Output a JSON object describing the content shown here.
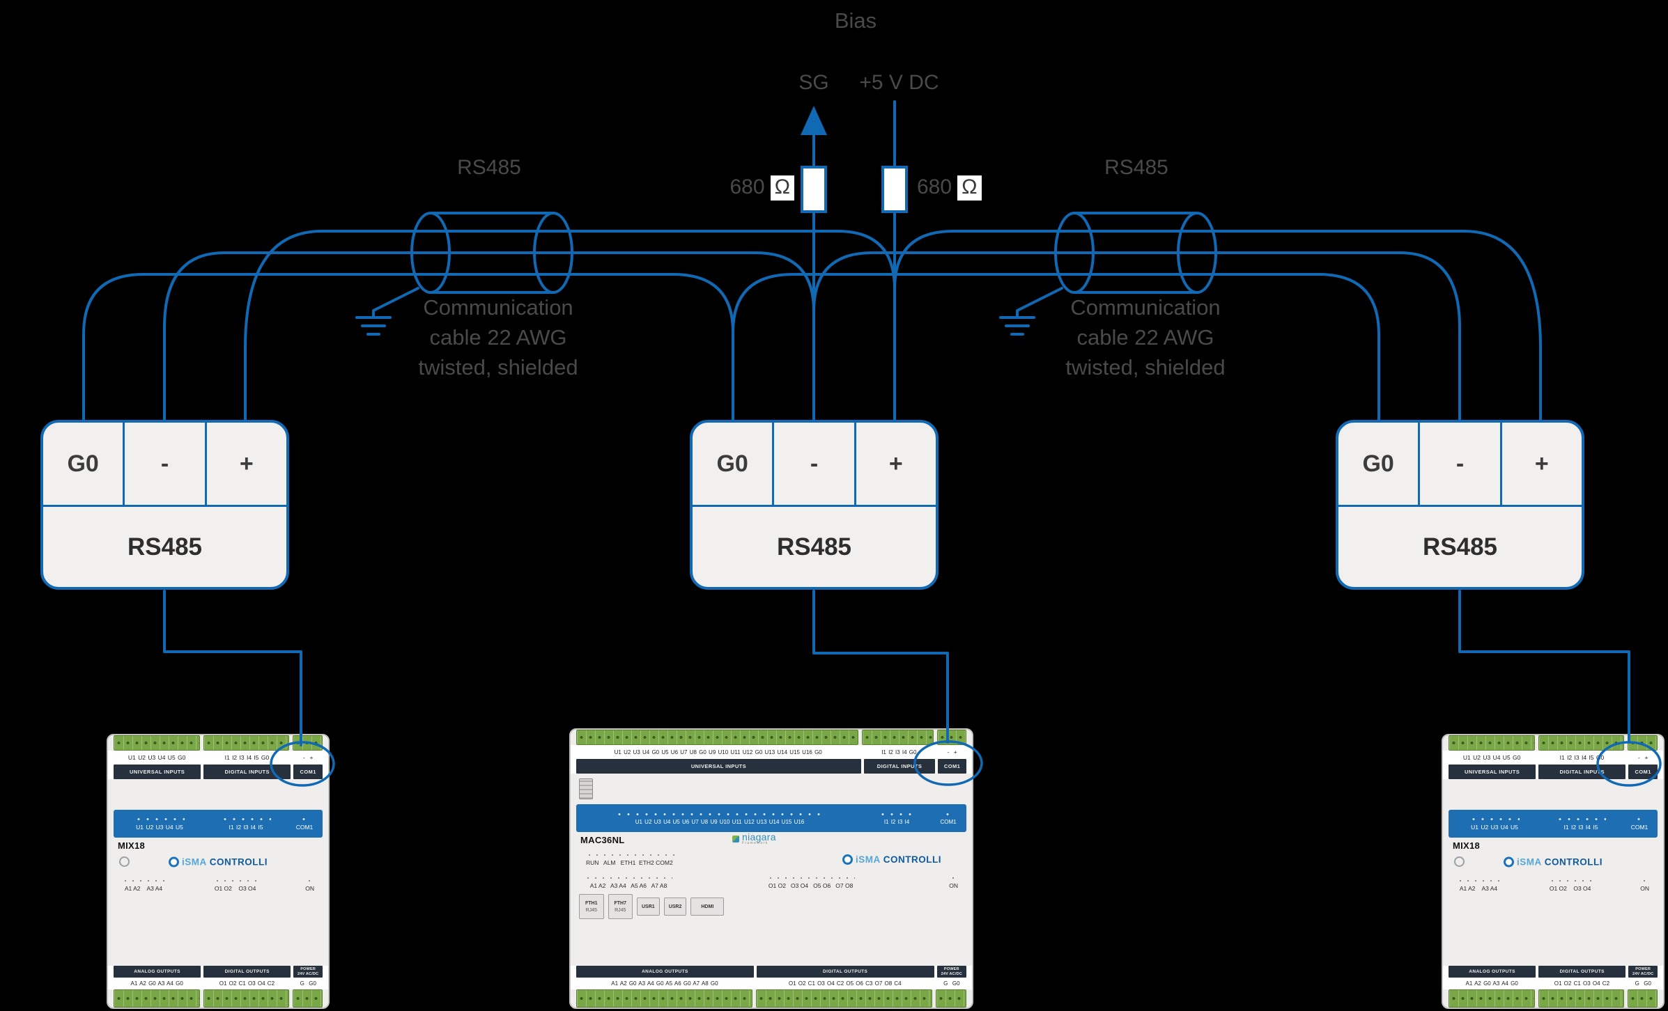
{
  "diagram": {
    "bias": "Bias",
    "sg": "SG",
    "plus5v": "+5 V DC",
    "resistor_value": "680",
    "ohm_unit": "Ω",
    "rs485_cable_label": "RS485",
    "cable_note_lines": [
      "Communication",
      "cable 22 AWG",
      "twisted, shielded"
    ],
    "wire_color": "#1169b4",
    "label_color": "#4a4a4a"
  },
  "terminal_block": {
    "g0": "G0",
    "minus": "-",
    "plus": "+",
    "name": "RS485"
  },
  "mix18": {
    "model": "MIX18",
    "ports_top": {
      "universal": "U1 U2 U3 U4 U5 G0",
      "digital": "I1 I2 I3 I4 I5 G0",
      "com": "-  +"
    },
    "bands_top": {
      "universal": "UNIVERSAL INPUTS",
      "digital": "DIGITAL INPUTS",
      "com": "COM1"
    },
    "leds": {
      "universal": "U1 U2 U3 U4 U5",
      "digital": "I1 I2 I3 I4 I5",
      "com": "COM1"
    },
    "brand": {
      "isma": "iSMA",
      "controlli": "CONTROLLI"
    },
    "io_row": {
      "analog": "A1 A2    A3 A4",
      "digital": "O1 O2    O3 O4",
      "on": "ON"
    },
    "bands_bottom": {
      "analog": "ANALOG OUTPUTS",
      "digital": "DIGITAL OUTPUTS",
      "power_1": "POWER",
      "power_2": "24V AC/DC"
    },
    "ports_bottom": {
      "analog": "A1 A2 G0 A3 A4 G0",
      "digital": "O1 O2 C1 O3 O4 C2",
      "power": "G  G0"
    }
  },
  "mac36nl": {
    "model": "MAC36NL",
    "ports_top": {
      "universal": "U1 U2 U3 U4 G0 U5 U6 U7 U8 G0 U9 U10 U11 U12 G0 U13 U14 U15 U16 G0",
      "digital": "I1 I2 I3 I4 G0",
      "com": "-  +"
    },
    "bands_top": {
      "universal": "UNIVERSAL INPUTS",
      "digital": "DIGITAL INPUTS",
      "com": "COM1"
    },
    "leds": {
      "universal": "U1 U2 U3 U4 U5 U6 U7 U8 U9 U10 U11 U12 U13 U14 U15 U16",
      "digital": "I1 I2 I3 I4",
      "com": "COM1"
    },
    "niagara": {
      "name": "niagara",
      "sub": "Framework"
    },
    "status_row": "RUN   ALM   ETH1  ETH2 COM2",
    "brand": {
      "isma": "iSMA",
      "controlli": "CONTROLLI"
    },
    "io_row": {
      "analog": "A1 A2   A3 A4   A5 A6   A7 A8",
      "digital": "O1 O2   O3 O4   O5 O6   O7 O8",
      "on": "ON"
    },
    "ports_panel": {
      "fth1": "FTH1",
      "fth7": "FTH7",
      "rj45_1": "RJ45",
      "rj45_2": "RJ45",
      "usr1": "USR1",
      "usr2": "USR2",
      "hdmi": "HDMI"
    },
    "bands_bottom": {
      "analog": "ANALOG OUTPUTS",
      "digital": "DIGITAL OUTPUTS",
      "power_1": "POWER",
      "power_2": "24V AC/DC"
    },
    "ports_bottom": {
      "analog": "A1 A2 G0 A3 A4 G0 A5 A6 G0 A7 A8 G0",
      "digital": "O1 O2 C1 O3 O4 C2 O5 O6 C3 O7 O8 C4",
      "power": "G  G0"
    }
  }
}
